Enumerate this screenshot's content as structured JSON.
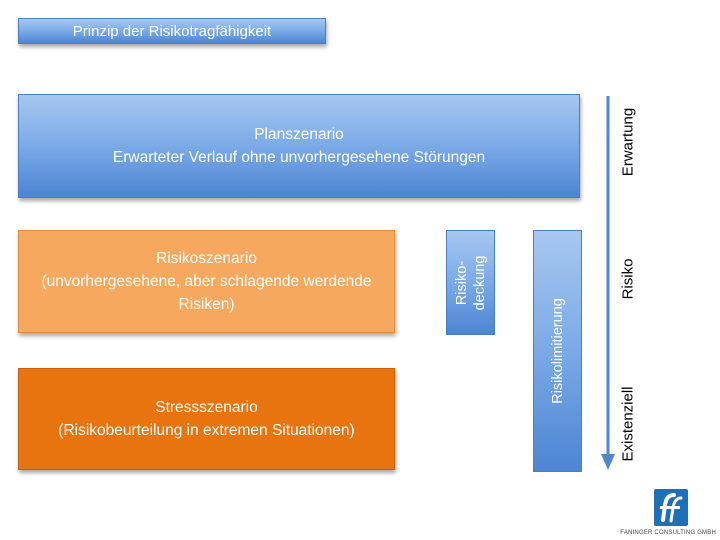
{
  "title": "Prinzip der Risikotragfähigkeit",
  "plan": {
    "line1": "Planszenario",
    "line2": "Erwarteter Verlauf ohne unvorhergesehene Störungen"
  },
  "risk": {
    "line1": "Risikoszenario",
    "line2": "(unvorhergesehene, aber schlagende werdende",
    "line3": "Risiken)"
  },
  "stress": {
    "line1": "Stressszenario",
    "line2": "(Risikobeurteilung in extremen Situationen)"
  },
  "deckung": {
    "line1": "Risiko-",
    "line2": "deckung"
  },
  "limitierung": "Risikolimitierung",
  "axis_labels": {
    "erwartung": "Erwartung",
    "risiko": "Risiko",
    "existenziell": "Existenziell"
  },
  "logo": {
    "caption": "FANINGER CONSULTING GMBH",
    "icon": "f-logo-icon"
  },
  "colors": {
    "blue": "#5b8fd8",
    "orange_light": "#f6a95e",
    "orange_dark": "#e8740f",
    "arrow": "#4f86d0"
  }
}
